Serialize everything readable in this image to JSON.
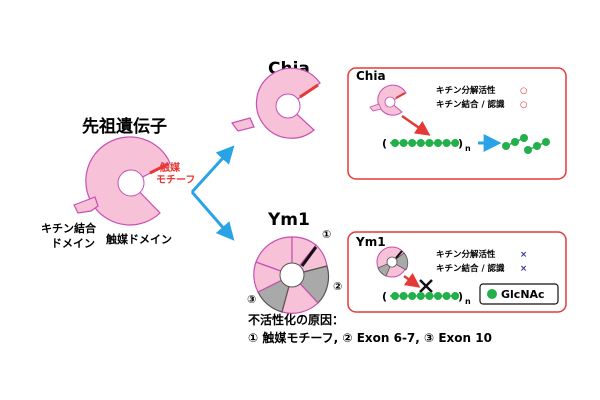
{
  "ancestor": {
    "title": "先祖遺伝子",
    "motif_label_line1": "触媒",
    "motif_label_line2": "モチーフ",
    "chitin_binding_label_line1": "キチン結合",
    "chitin_binding_label_line2": "ドメイン",
    "catalytic_label": "触媒ドメイン"
  },
  "chia": {
    "title": "Chia",
    "box_title": "Chia",
    "activity_label": "キチン分解活性",
    "binding_label": "キチン結合 / 認識",
    "activity_mark": "○",
    "binding_mark": "○",
    "chain_end": "n"
  },
  "ym1": {
    "title": "Ym1",
    "box_title": "Ym1",
    "activity_label": "キチン分解活性",
    "binding_label": "キチン結合 / 認識",
    "activity_mark": "×",
    "binding_mark": "×",
    "chain_end": "n",
    "legend_label": "GlcNAc",
    "num1": "①",
    "num2": "②",
    "num3": "③",
    "cause_title": "不活性化の原因：",
    "cause_text": "① 触媒モチーフ,  ② Exon 6-7,  ③ Exon 10"
  },
  "colors": {
    "pink": "#f7c1d8",
    "pink_stroke": "#c74fb3",
    "red": "#e53935",
    "blue": "#29a3e6",
    "green": "#22b04a",
    "gray": "#a9a9a9",
    "navy": "#2b2fa1"
  }
}
